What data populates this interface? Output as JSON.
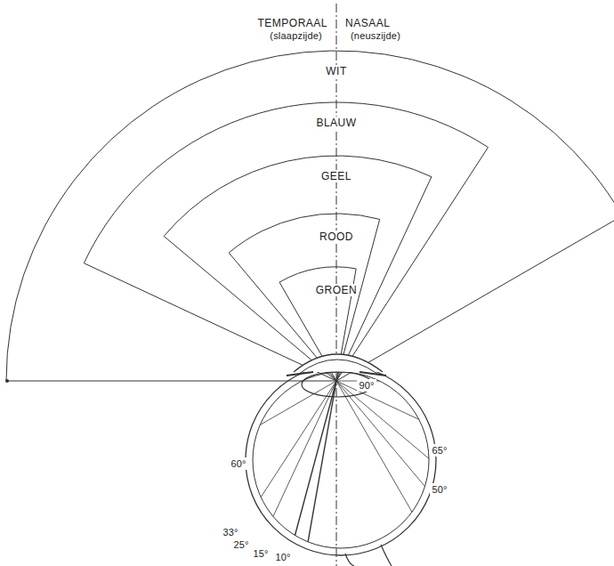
{
  "diagram": {
    "labels": [
      "TEMPORAAL",
      "(slaapzijde)",
      "NASAAL",
      "(neuszijde)",
      "WIT",
      "BLAUW",
      "GEEL",
      "ROOD",
      "GROEN",
      "90°",
      "65°",
      "50°",
      "60°",
      "33°",
      "25°",
      "15°",
      "10°"
    ]
  }
}
